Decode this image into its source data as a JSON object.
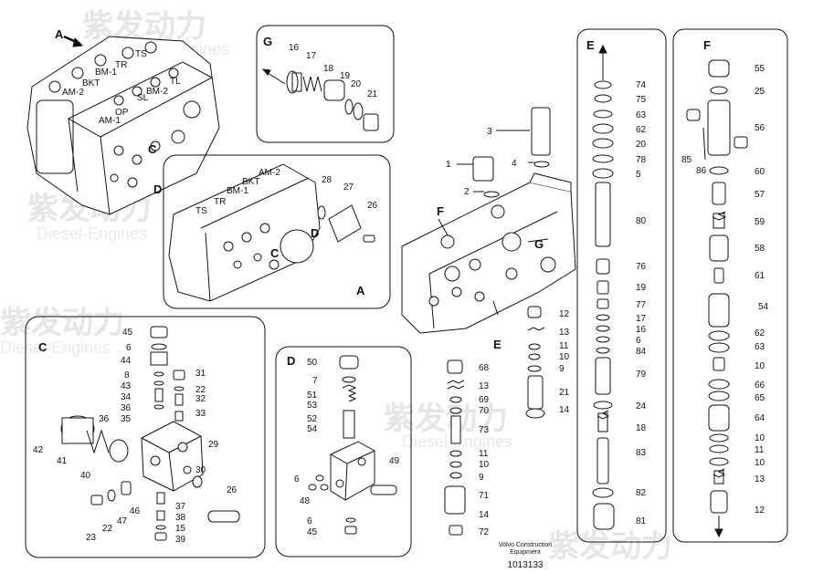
{
  "watermark": {
    "cn": "紫发动力",
    "en": "Diesel-Engines"
  },
  "panels": {
    "G": {
      "letter": "G",
      "labels": [
        "16",
        "17",
        "18",
        "19",
        "20",
        "21"
      ]
    },
    "A": {
      "letter": "A",
      "labels": [
        "28",
        "27",
        "26"
      ],
      "parts": [
        "AM-2",
        "BKT",
        "BM-1",
        "TR",
        "TS",
        "D",
        "C"
      ]
    },
    "C": {
      "letter": "C",
      "labels": [
        "45",
        "6",
        "44",
        "8",
        "43",
        "34",
        "36",
        "35",
        "36",
        "42",
        "41",
        "40",
        "31",
        "22",
        "32",
        "33",
        "29",
        "30",
        "26",
        "23",
        "22",
        "46",
        "47",
        "37",
        "38",
        "15",
        "39"
      ]
    },
    "D": {
      "letter": "D",
      "labels": [
        "50",
        "7",
        "51",
        "53",
        "52",
        "54",
        "6",
        "48",
        "49",
        "6",
        "45"
      ]
    },
    "E": {
      "letter": "E",
      "labels": [
        "74",
        "75",
        "63",
        "62",
        "20",
        "78",
        "5",
        "80",
        "76",
        "19",
        "77",
        "17",
        "16",
        "6",
        "84",
        "79",
        "24",
        "18",
        "83",
        "82",
        "81"
      ]
    },
    "F": {
      "letter": "F",
      "labels": [
        "55",
        "25",
        "56",
        "85",
        "86",
        "60",
        "57",
        "59",
        "58",
        "61",
        "54",
        "62",
        "63",
        "10",
        "66",
        "65",
        "64",
        "10",
        "11",
        "10",
        "13",
        "12"
      ]
    }
  },
  "main": {
    "overview": {
      "letter": "A",
      "parts": [
        "TS",
        "TR",
        "BM-1",
        "BKT",
        "AM-2",
        "OP",
        "SL",
        "BM-2",
        "TL",
        "AM-1",
        "C",
        "D"
      ]
    },
    "left_labels": [
      "3",
      "1",
      "4",
      "2",
      "68",
      "13",
      "69",
      "70",
      "73",
      "11",
      "10",
      "9",
      "71",
      "14",
      "72"
    ],
    "right_labels": [
      "12",
      "13",
      "11",
      "10",
      "9",
      "21",
      "14"
    ],
    "pointers": [
      "F",
      "G",
      "E"
    ]
  },
  "footer": {
    "line1": "Volvo Construction",
    "line2": "Equipment",
    "number": "1013133"
  }
}
